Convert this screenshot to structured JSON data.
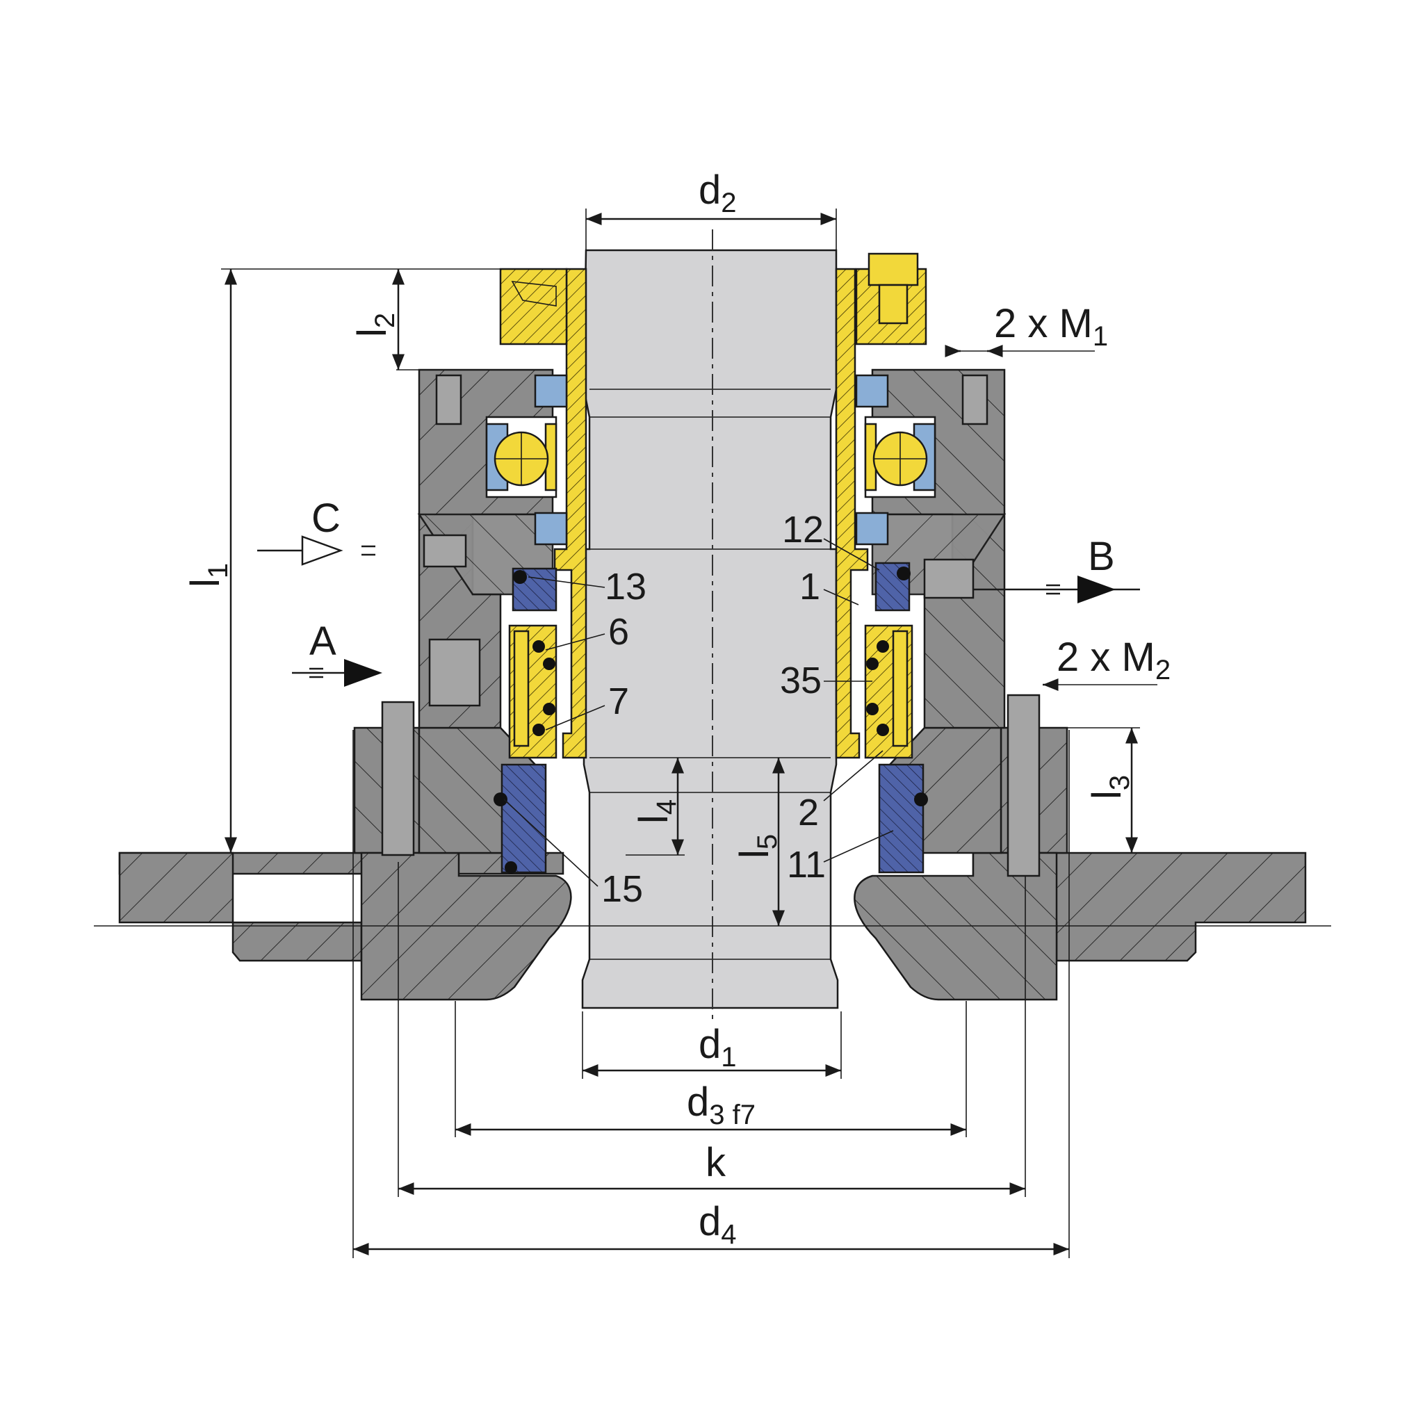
{
  "labels": {
    "d1": "d",
    "d1_sub": "1",
    "d2": "d",
    "d2_sub": "2",
    "d3": "d",
    "d3_sub": "3 f7",
    "k": "k",
    "d4": "d",
    "d4_sub": "4",
    "l1": "l",
    "l1_sub": "1",
    "l2": "l",
    "l2_sub": "2",
    "l3": "l",
    "l3_sub": "3",
    "l4": "l",
    "l4_sub": "4",
    "l5": "l",
    "l5_sub": "5",
    "m1": "2 x M",
    "m1_sub": "1",
    "m2": "2 x M",
    "m2_sub": "2",
    "port_a": "A",
    "port_b": "B",
    "port_c": "C"
  },
  "parts": {
    "p1": "1",
    "p2": "2",
    "p6": "6",
    "p7": "7",
    "p11": "11",
    "p12": "12",
    "p13": "13",
    "p15": "15",
    "p35": "35"
  },
  "colors": {
    "housing": "#8c8c8c",
    "shaft": "#d3d3d5",
    "sleeve": "#f2d83a",
    "seal_ring": "#4f63a8",
    "bearing_cage": "#8aaed6",
    "outline": "#1a1a1a"
  }
}
